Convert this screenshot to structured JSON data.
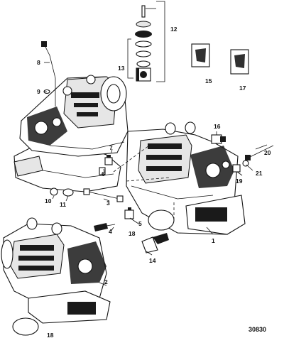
{
  "diagram": {
    "reference_number": "30830",
    "callouts": [
      "1",
      "2",
      "3",
      "4",
      "5",
      "6",
      "7",
      "8",
      "9",
      "10",
      "11",
      "12",
      "13",
      "14",
      "15",
      "16",
      "17",
      "18",
      "18",
      "19",
      "20",
      "21"
    ]
  }
}
